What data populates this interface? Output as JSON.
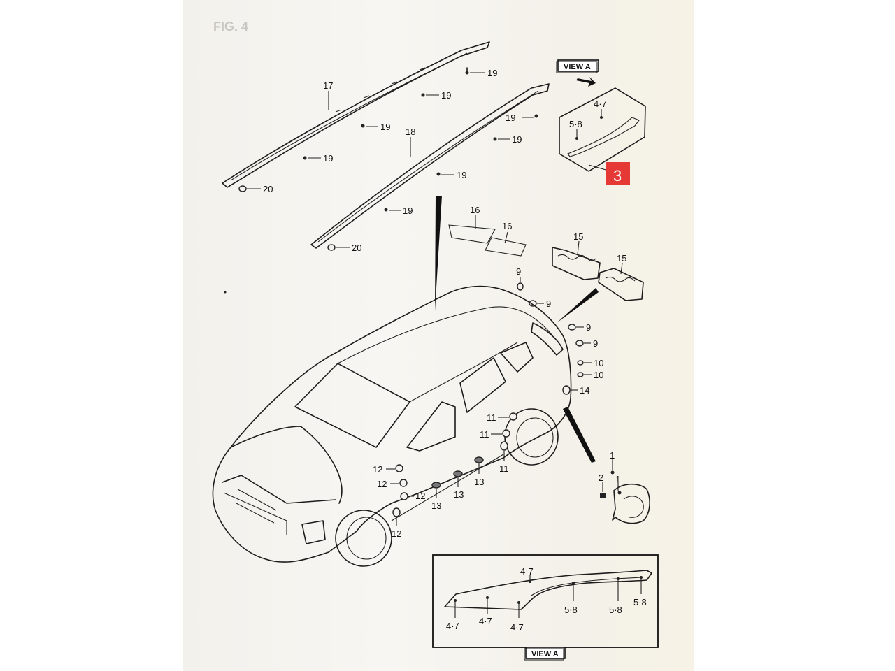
{
  "figure": {
    "header_text": "FIG. 4",
    "view_label_top": "VIEW A",
    "view_label_bottom": "VIEW A",
    "highlight_part_number": "3",
    "highlight_color": "#e53935"
  },
  "callouts": {
    "p17": "17",
    "p18": "18",
    "p19": "19",
    "p20": "20",
    "p16": "16",
    "p15": "15",
    "p9": "9",
    "p10": "10",
    "p11": "11",
    "p12": "12",
    "p13": "13",
    "p14": "14",
    "p1": "1",
    "p2": "2",
    "v47": "4·7",
    "v58": "5·8"
  }
}
